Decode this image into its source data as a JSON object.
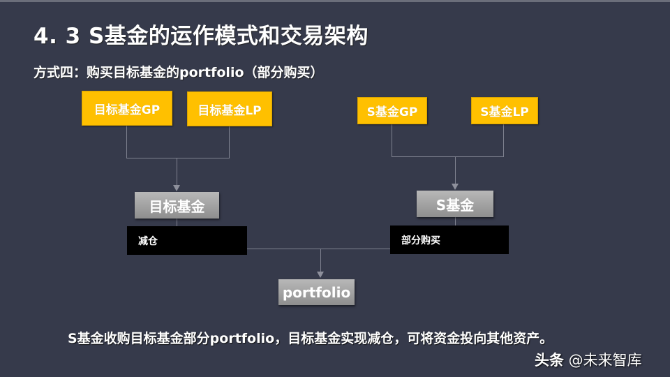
{
  "slide": {
    "title": "4. 3  S基金的运作模式和交易架构",
    "subtitle": "方式四：购买目标基金的portfolio（部分购买）",
    "caption": "S基金收购目标基金部分portfolio，目标基金实现减仓，可将资金投向其他资产。",
    "watermark_brand": "头条",
    "watermark_handle": " @未来智库"
  },
  "diagram": {
    "nodes": {
      "target_gp": "目标基金GP",
      "target_lp": "目标基金LP",
      "s_gp": "S基金GP",
      "s_lp": "S基金LP",
      "target_fund": "目标基金",
      "s_fund": "S基金",
      "reduce": "减仓",
      "partial_buy": "部分购买",
      "portfolio": "portfolio"
    },
    "edges": [
      {
        "from": "target_gp",
        "to": "target_fund"
      },
      {
        "from": "target_lp",
        "to": "target_fund"
      },
      {
        "from": "s_gp",
        "to": "s_fund"
      },
      {
        "from": "s_lp",
        "to": "s_fund"
      },
      {
        "from": "target_fund",
        "to": "reduce"
      },
      {
        "from": "s_fund",
        "to": "partial_buy"
      },
      {
        "from": "reduce",
        "to": "portfolio"
      },
      {
        "from": "partial_buy",
        "to": "portfolio"
      }
    ]
  },
  "colors": {
    "background": "#363a4b",
    "node_yellow": "#ffc000",
    "node_gray": "#a6a6a6",
    "label_black": "#000000",
    "connector": "#7f8290"
  }
}
